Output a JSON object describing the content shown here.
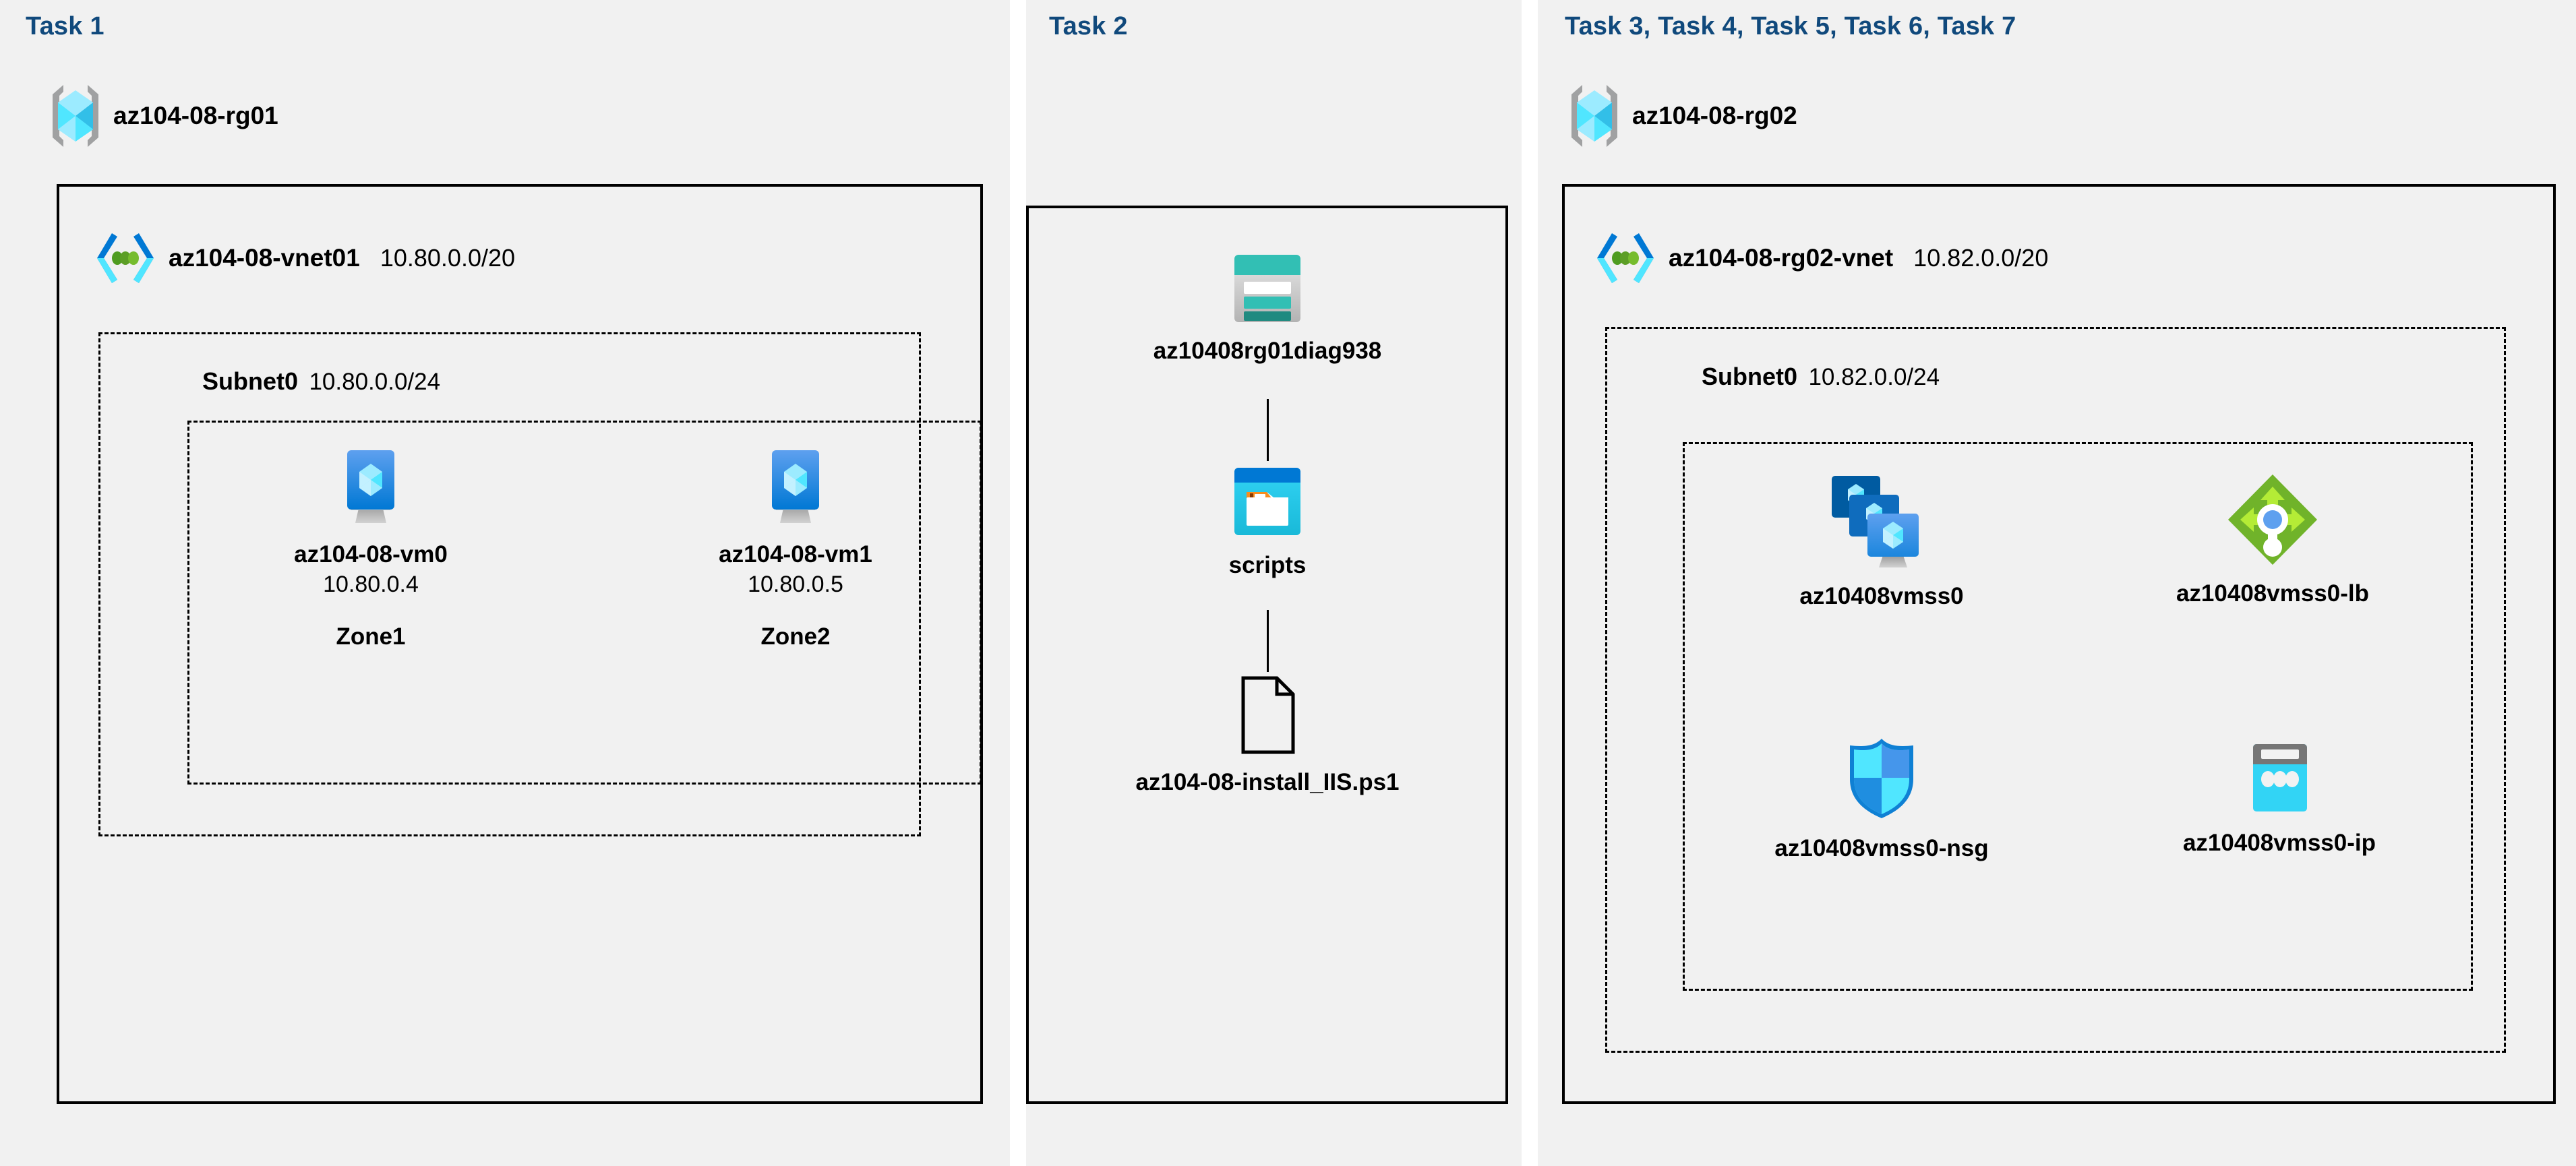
{
  "panels": [
    {
      "id": "task1",
      "label": "Task 1"
    },
    {
      "id": "task2",
      "label": "Task 2"
    },
    {
      "id": "task37",
      "label": "Task 3, Task 4, Task 5, Task 6, Task 7"
    }
  ],
  "task1": {
    "label": "Task 1",
    "resource_group": {
      "name": "az104-08-rg01",
      "icon": "resource-group-icon"
    },
    "vnet": {
      "name": "az104-08-vnet01",
      "cidr": "10.80.0.0/20",
      "icon": "virtual-network-icon"
    },
    "subnet": {
      "name": "Subnet0",
      "cidr": "10.80.0.0/24"
    },
    "vms": [
      {
        "name": "az104-08-vm0",
        "ip": "10.80.0.4",
        "zone": "Zone1",
        "icon": "virtual-machine-icon"
      },
      {
        "name": "az104-08-vm1",
        "ip": "10.80.0.5",
        "zone": "Zone2",
        "icon": "virtual-machine-icon"
      }
    ]
  },
  "task2": {
    "label": "Task 2",
    "nodes": [
      {
        "name": "az10408rg01diag938",
        "icon": "storage-account-icon"
      },
      {
        "name": "scripts",
        "icon": "blob-container-icon"
      },
      {
        "name": "az104-08-install_IIS.ps1",
        "icon": "script-file-icon"
      }
    ]
  },
  "task37": {
    "label": "Task 3, Task 4, Task 5, Task 6, Task 7",
    "resource_group": {
      "name": "az104-08-rg02",
      "icon": "resource-group-icon"
    },
    "vnet": {
      "name": "az104-08-rg02-vnet",
      "cidr": "10.82.0.0/20",
      "icon": "virtual-network-icon"
    },
    "subnet": {
      "name": "Subnet0",
      "cidr": "10.82.0.0/24"
    },
    "resources": [
      {
        "name": "az10408vmss0",
        "icon": "vm-scale-set-icon"
      },
      {
        "name": "az10408vmss0-lb",
        "icon": "load-balancer-icon"
      },
      {
        "name": "az10408vmss0-nsg",
        "icon": "network-security-group-icon"
      },
      {
        "name": "az10408vmss0-ip",
        "icon": "public-ip-address-icon"
      }
    ]
  },
  "colors": {
    "panel_background": "#f1f1f1",
    "page_background": "#ffffff",
    "task_label": "#10497c",
    "border": "#000000",
    "azure_cyan": "#50e6ff",
    "azure_blue": "#0078d4",
    "azure_dark_blue": "#005ba1",
    "azure_teal": "#32bfb4",
    "azure_green": "#76bc2d",
    "azure_gray": "#a0a1a2",
    "storage_orange": "#f78d1e"
  }
}
